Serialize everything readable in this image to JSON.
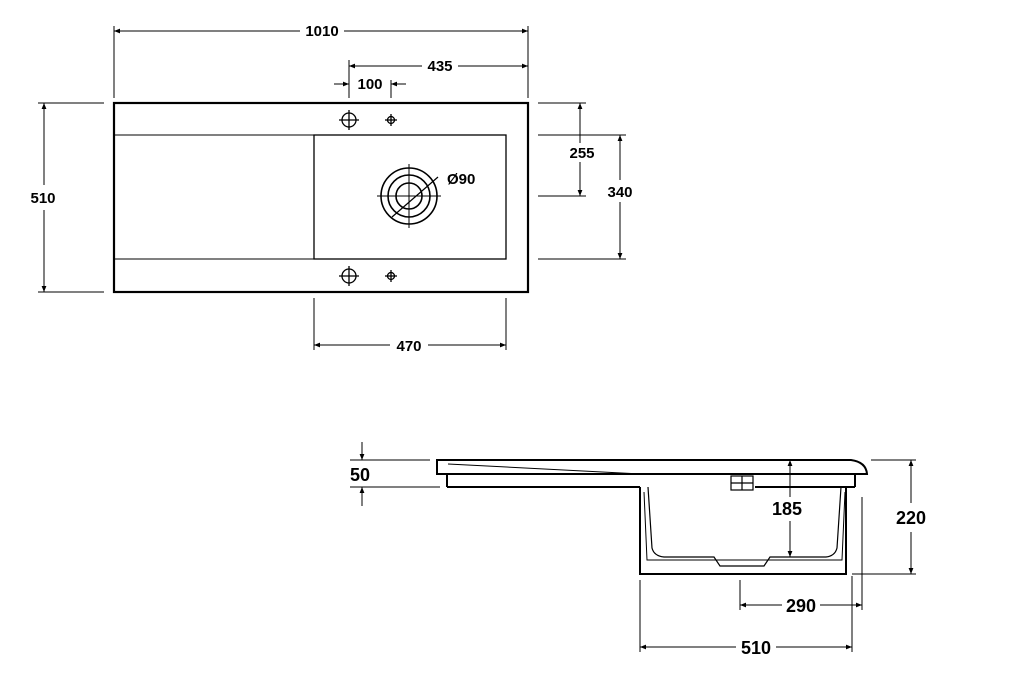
{
  "plan_view": {
    "overall_width": "1010",
    "tap_offset": "435",
    "tap_spacing": "100",
    "overall_depth": "510",
    "waste_offset": "255",
    "bowl_depth": "340",
    "waste_diameter": "Ø90",
    "bowl_width": "470"
  },
  "side_view": {
    "deck_thickness": "50",
    "bowl_inner_depth": "185",
    "overall_height": "220",
    "waste_to_edge": "290",
    "bowl_outer_width": "510"
  },
  "colors": {
    "line": "#000000",
    "background": "#ffffff"
  }
}
